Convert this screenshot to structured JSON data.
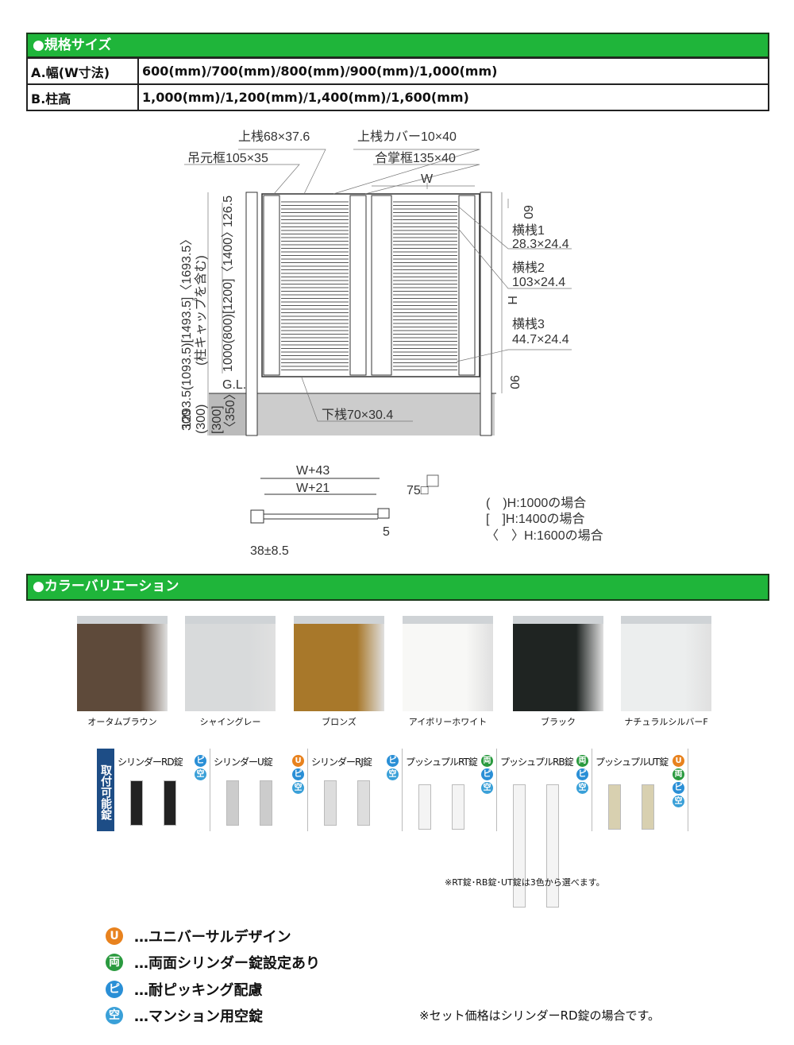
{
  "spec": {
    "title": "●規格サイズ",
    "rows": [
      {
        "label": "A.幅(W寸法)",
        "value": "600(mm)/700(mm)/800(mm)/900(mm)/1,000(mm)"
      },
      {
        "label": "B.柱高",
        "value": "1,000(mm)/1,200(mm)/1,400(mm)/1,600(mm)"
      }
    ]
  },
  "diagram": {
    "labels": {
      "top_rail": "上桟68×37.6",
      "top_cover": "上桟カバー10×40",
      "hinge_frame": "吊元框105×35",
      "meeting_frame": "合掌框135×40",
      "w": "W",
      "h": "H",
      "dim60": "60",
      "dim90": "90",
      "rail1": "横桟1",
      "rail1_size": "28.3×24.4",
      "rail2": "横桟2",
      "rail2_size": "103×24.4",
      "rail3": "横桟3",
      "rail3_size": "44.7×24.4",
      "bottom_rail": "下桟70×30.4",
      "gl": "G.L.",
      "left_total": "1293.5(1093.5)[1493.5]〈1693.5〉",
      "left_total2": "(柱キャップを含む)",
      "left_h": "1000(800)[1200]〈1400〉",
      "dim126": "126.5",
      "bury1": "300",
      "bury2": "(300)",
      "bury3": "[300]",
      "bury4": "〈350〉"
    },
    "plan": {
      "w43": "W+43",
      "w21": "W+21",
      "post": "75□",
      "dim5": "5",
      "offset": "38±8.5",
      "notes": [
        "(　)H:1000の場合",
        "[　]H:1400の場合",
        "〈　〉H:1600の場合"
      ]
    }
  },
  "colors": {
    "title": "●カラーバリエーション",
    "items": [
      {
        "name": "オータムブラウン",
        "hex": "#5e4a3a"
      },
      {
        "name": "シャイングレー",
        "hex": "#d8dadb"
      },
      {
        "name": "ブロンズ",
        "hex": "#a8782a"
      },
      {
        "name": "アイボリーホワイト",
        "hex": "#f8f8f6"
      },
      {
        "name": "ブラック",
        "hex": "#1f2422"
      },
      {
        "name": "ナチュラルシルバーF",
        "hex": "#eceeee"
      }
    ]
  },
  "locks": {
    "side_label": "取付可能錠",
    "items": [
      {
        "name": "シリンダーRD錠",
        "badges": [
          "ピ",
          "空"
        ]
      },
      {
        "name": "シリンダーU錠",
        "badges": [
          "U",
          "ピ",
          "空"
        ]
      },
      {
        "name": "シリンダーRJ錠",
        "badges": [
          "ピ",
          "空"
        ]
      },
      {
        "name": "プッシュプルRT錠",
        "badges": [
          "両",
          "ピ",
          "空"
        ]
      },
      {
        "name": "プッシュプルRB錠",
        "badges": [
          "両",
          "ピ",
          "空"
        ]
      },
      {
        "name": "プッシュプルUT錠",
        "badges": [
          "U",
          "両",
          "ピ",
          "空"
        ]
      }
    ],
    "note": "※RT錠･RB錠･UT錠は3色から選べます。"
  },
  "badge_colors": {
    "U": "#e8821e",
    "両": "#2a9a3f",
    "ピ": "#2a8fd6",
    "空": "#3aa0d8"
  },
  "legend": [
    {
      "badge": "U",
      "text": "…ユニバーサルデザイン"
    },
    {
      "badge": "両",
      "text": "…両面シリンダー錠設定あり"
    },
    {
      "badge": "ピ",
      "text": "…耐ピッキング配慮"
    },
    {
      "badge": "空",
      "text": "…マンション用空錠"
    }
  ],
  "footnote": "※セット価格はシリンダーRD錠の場合です。"
}
